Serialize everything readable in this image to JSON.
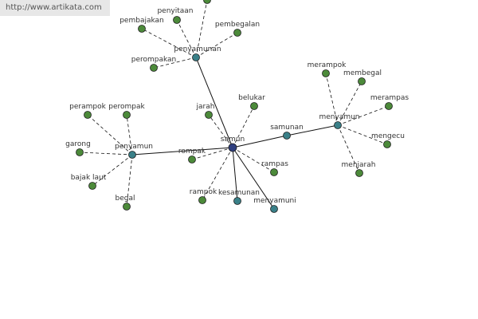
{
  "watermark": "http://www.artikata.com",
  "colors": {
    "center_node": "#2f3f7f",
    "hub_node": "#3a8088",
    "leaf_node": "#4c8a3a",
    "node_outline": "#1f1f1f",
    "solid_edge": "#111111",
    "dashed_edge": "#111111"
  },
  "graph": {
    "center": "samun",
    "nodes": [
      {
        "id": "samun",
        "label": "samun",
        "kind": "center"
      },
      {
        "id": "penyamunan",
        "label": "penyamunan",
        "kind": "hub"
      },
      {
        "id": "penyamun",
        "label": "penyamun",
        "kind": "hub"
      },
      {
        "id": "samunan",
        "label": "samunan",
        "kind": "hub"
      },
      {
        "id": "menyamun",
        "label": "menyamun",
        "kind": "hub"
      },
      {
        "id": "kesamunan",
        "label": "kesamunan",
        "kind": "hub"
      },
      {
        "id": "menyamuni",
        "label": "menyamuni",
        "kind": "hub"
      },
      {
        "id": "pembajakan",
        "label": "pembajakan",
        "kind": "leaf"
      },
      {
        "id": "penyitaan",
        "label": "penyitaan",
        "kind": "leaf"
      },
      {
        "id": "pembegalan",
        "label": "pembegalan",
        "kind": "leaf"
      },
      {
        "id": "perompakan",
        "label": "perompakan",
        "kind": "leaf"
      },
      {
        "id": "top-cut",
        "label": "",
        "kind": "leaf"
      },
      {
        "id": "perampok",
        "label": "perampok",
        "kind": "leaf"
      },
      {
        "id": "perompak",
        "label": "perompak",
        "kind": "leaf"
      },
      {
        "id": "garong",
        "label": "garong",
        "kind": "leaf"
      },
      {
        "id": "bajak-laut",
        "label": "bajak laut",
        "kind": "leaf"
      },
      {
        "id": "begal",
        "label": "begal",
        "kind": "leaf"
      },
      {
        "id": "jarah",
        "label": "jarah",
        "kind": "leaf"
      },
      {
        "id": "belukar",
        "label": "belukar",
        "kind": "leaf"
      },
      {
        "id": "rompak",
        "label": "rompak",
        "kind": "leaf"
      },
      {
        "id": "rampas",
        "label": "rampas",
        "kind": "leaf"
      },
      {
        "id": "rampok",
        "label": "rampok",
        "kind": "leaf"
      },
      {
        "id": "merampok",
        "label": "merampok",
        "kind": "leaf"
      },
      {
        "id": "membegal",
        "label": "membegal",
        "kind": "leaf"
      },
      {
        "id": "merampas",
        "label": "merampas",
        "kind": "leaf"
      },
      {
        "id": "mengecu",
        "label": "mengecu",
        "kind": "leaf"
      },
      {
        "id": "menjarah",
        "label": "menjarah",
        "kind": "leaf"
      }
    ],
    "edges": [
      {
        "from": "samun",
        "to": "penyamunan",
        "style": "solid"
      },
      {
        "from": "samun",
        "to": "penyamun",
        "style": "solid"
      },
      {
        "from": "samun",
        "to": "samunan",
        "style": "solid"
      },
      {
        "from": "samunan",
        "to": "menyamun",
        "style": "solid"
      },
      {
        "from": "samun",
        "to": "kesamunan",
        "style": "solid"
      },
      {
        "from": "samun",
        "to": "menyamuni",
        "style": "solid"
      },
      {
        "from": "samun",
        "to": "jarah",
        "style": "dashed"
      },
      {
        "from": "samun",
        "to": "belukar",
        "style": "dashed"
      },
      {
        "from": "samun",
        "to": "rompak",
        "style": "dashed"
      },
      {
        "from": "samun",
        "to": "rampas",
        "style": "dashed"
      },
      {
        "from": "samun",
        "to": "rampok",
        "style": "dashed"
      },
      {
        "from": "penyamunan",
        "to": "pembajakan",
        "style": "dashed"
      },
      {
        "from": "penyamunan",
        "to": "penyitaan",
        "style": "dashed"
      },
      {
        "from": "penyamunan",
        "to": "pembegalan",
        "style": "dashed"
      },
      {
        "from": "penyamunan",
        "to": "perompakan",
        "style": "dashed"
      },
      {
        "from": "penyamunan",
        "to": "top-cut",
        "style": "dashed"
      },
      {
        "from": "penyamun",
        "to": "perampok",
        "style": "dashed"
      },
      {
        "from": "penyamun",
        "to": "perompak",
        "style": "dashed"
      },
      {
        "from": "penyamun",
        "to": "garong",
        "style": "dashed"
      },
      {
        "from": "penyamun",
        "to": "bajak-laut",
        "style": "dashed"
      },
      {
        "from": "penyamun",
        "to": "begal",
        "style": "dashed"
      },
      {
        "from": "menyamun",
        "to": "merampok",
        "style": "dashed"
      },
      {
        "from": "menyamun",
        "to": "membegal",
        "style": "dashed"
      },
      {
        "from": "menyamun",
        "to": "merampas",
        "style": "dashed"
      },
      {
        "from": "menyamun",
        "to": "mengecu",
        "style": "dashed"
      },
      {
        "from": "menyamun",
        "to": "menjarah",
        "style": "dashed"
      }
    ]
  }
}
